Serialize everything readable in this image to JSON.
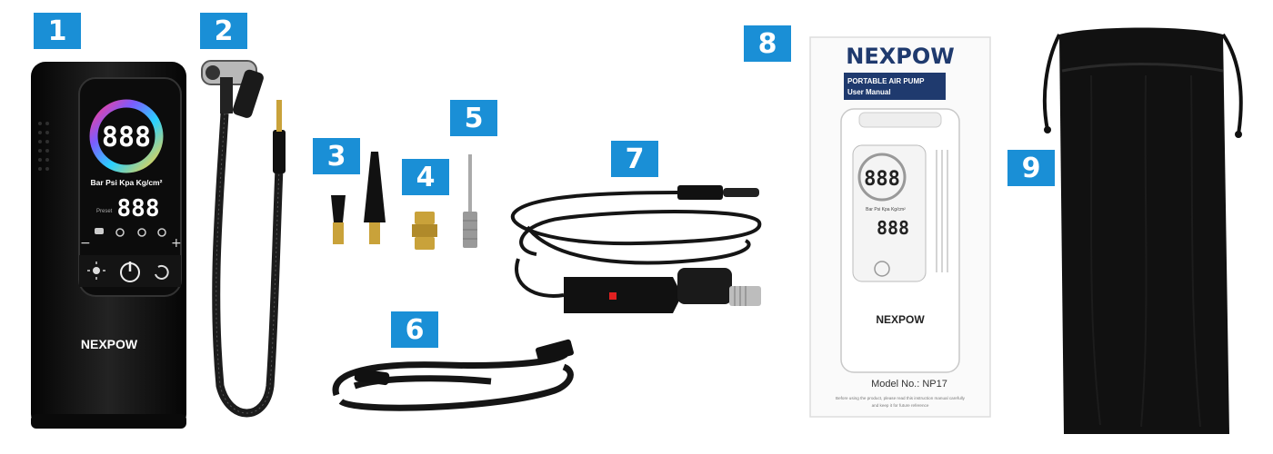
{
  "badges": [
    "1",
    "2",
    "3",
    "4",
    "5",
    "6",
    "7",
    "8",
    "9"
  ],
  "pump": {
    "display_main": "888",
    "units": "Bar Psi Kpa Kg/cm²",
    "preset_label": "Preset",
    "display_preset": "888",
    "minus": "−",
    "plus": "+",
    "brand": "NEXPOW"
  },
  "manual": {
    "brand": "NEXPOW",
    "title_line1": "PORTABLE AIR PUMP",
    "title_line2": "User Manual",
    "display_main": "888",
    "units": "Bar Psi Kpa Kg/cm²",
    "display_preset": "888",
    "device_brand": "NEXPOW",
    "model": "Model No.: NP17",
    "note_line1": "Before using the product, please read this instruction manual carefully",
    "note_line2": "and keep it for future reference"
  },
  "colors": {
    "badge": "#1a8fd6",
    "black": "#111111",
    "brass": "#c9a23a"
  }
}
